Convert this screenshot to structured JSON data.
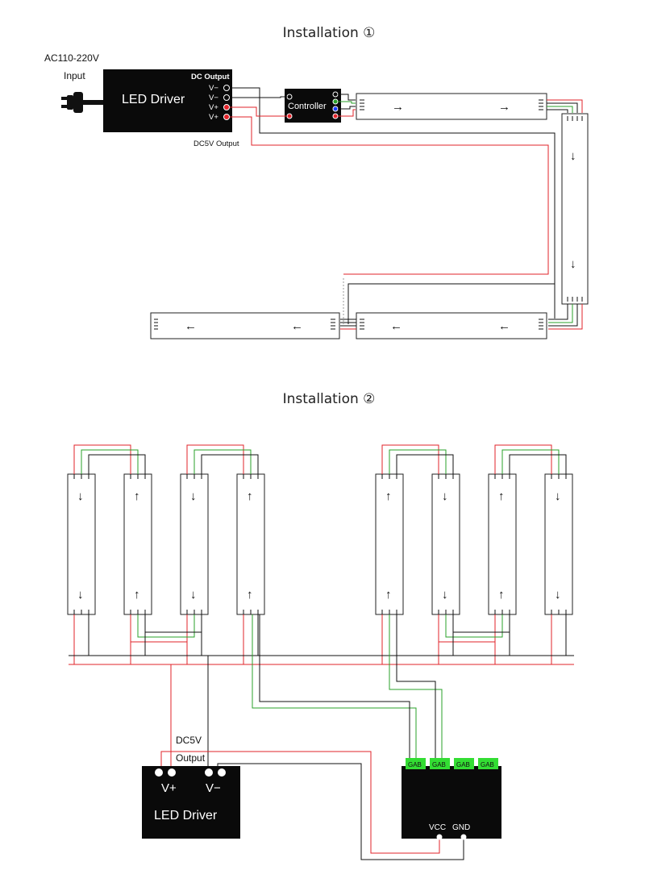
{
  "installation1": {
    "title": "Installation ①",
    "power_input": "AC110-220V",
    "input_label": "Input",
    "driver_label": "LED Driver",
    "dc_output_label": "DC Output",
    "terminals": [
      "V−",
      "V−",
      "V+",
      "V+"
    ],
    "controller_label": "Controller",
    "dc5v_output_label": "DC5V Output",
    "arrow_right": "→",
    "arrow_down": "↓",
    "arrow_left": "←"
  },
  "installation2": {
    "title": "Installation ②",
    "dc5v_label": "DC5V",
    "output_label": "Output",
    "driver_label": "LED Driver",
    "vplus_label": "V+",
    "vminus_label": "V−",
    "port_label": "GAB",
    "vcc_label": "VCC",
    "gnd_label": "GND",
    "arrow_up": "↑",
    "arrow_down": "↓",
    "strip_directions": [
      "down",
      "up",
      "down",
      "up",
      "up",
      "down",
      "up",
      "down"
    ]
  },
  "colors": {
    "wire_red": "#e2232a",
    "wire_green": "#2aa02a",
    "wire_black": "#111111",
    "port_green": "#33dd33",
    "terminal_blue": "#1a3cff"
  }
}
